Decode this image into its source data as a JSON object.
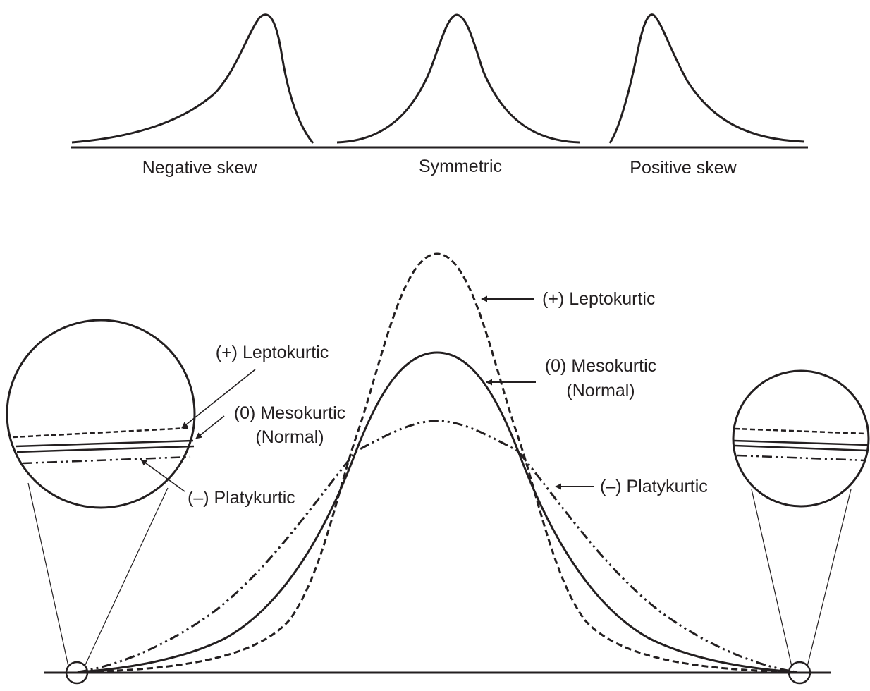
{
  "top_panel": {
    "labels": {
      "negative": "Negative skew",
      "symmetric": "Symmetric",
      "positive": "Positive skew"
    }
  },
  "bottom_panel": {
    "curve_labels": {
      "lepto": "(+) Leptokurtic",
      "meso_line1": "(0) Mesokurtic",
      "meso_line2": "(Normal)",
      "platy": "(–) Platykurtic"
    },
    "inset_labels": {
      "lepto": "(+) Leptokurtic",
      "meso_line1": "(0) Mesokurtic",
      "meso_line2": "(Normal)",
      "platy": "(–) Platykurtic"
    }
  },
  "colors": {
    "ink": "#231f20",
    "background": "#ffffff"
  }
}
